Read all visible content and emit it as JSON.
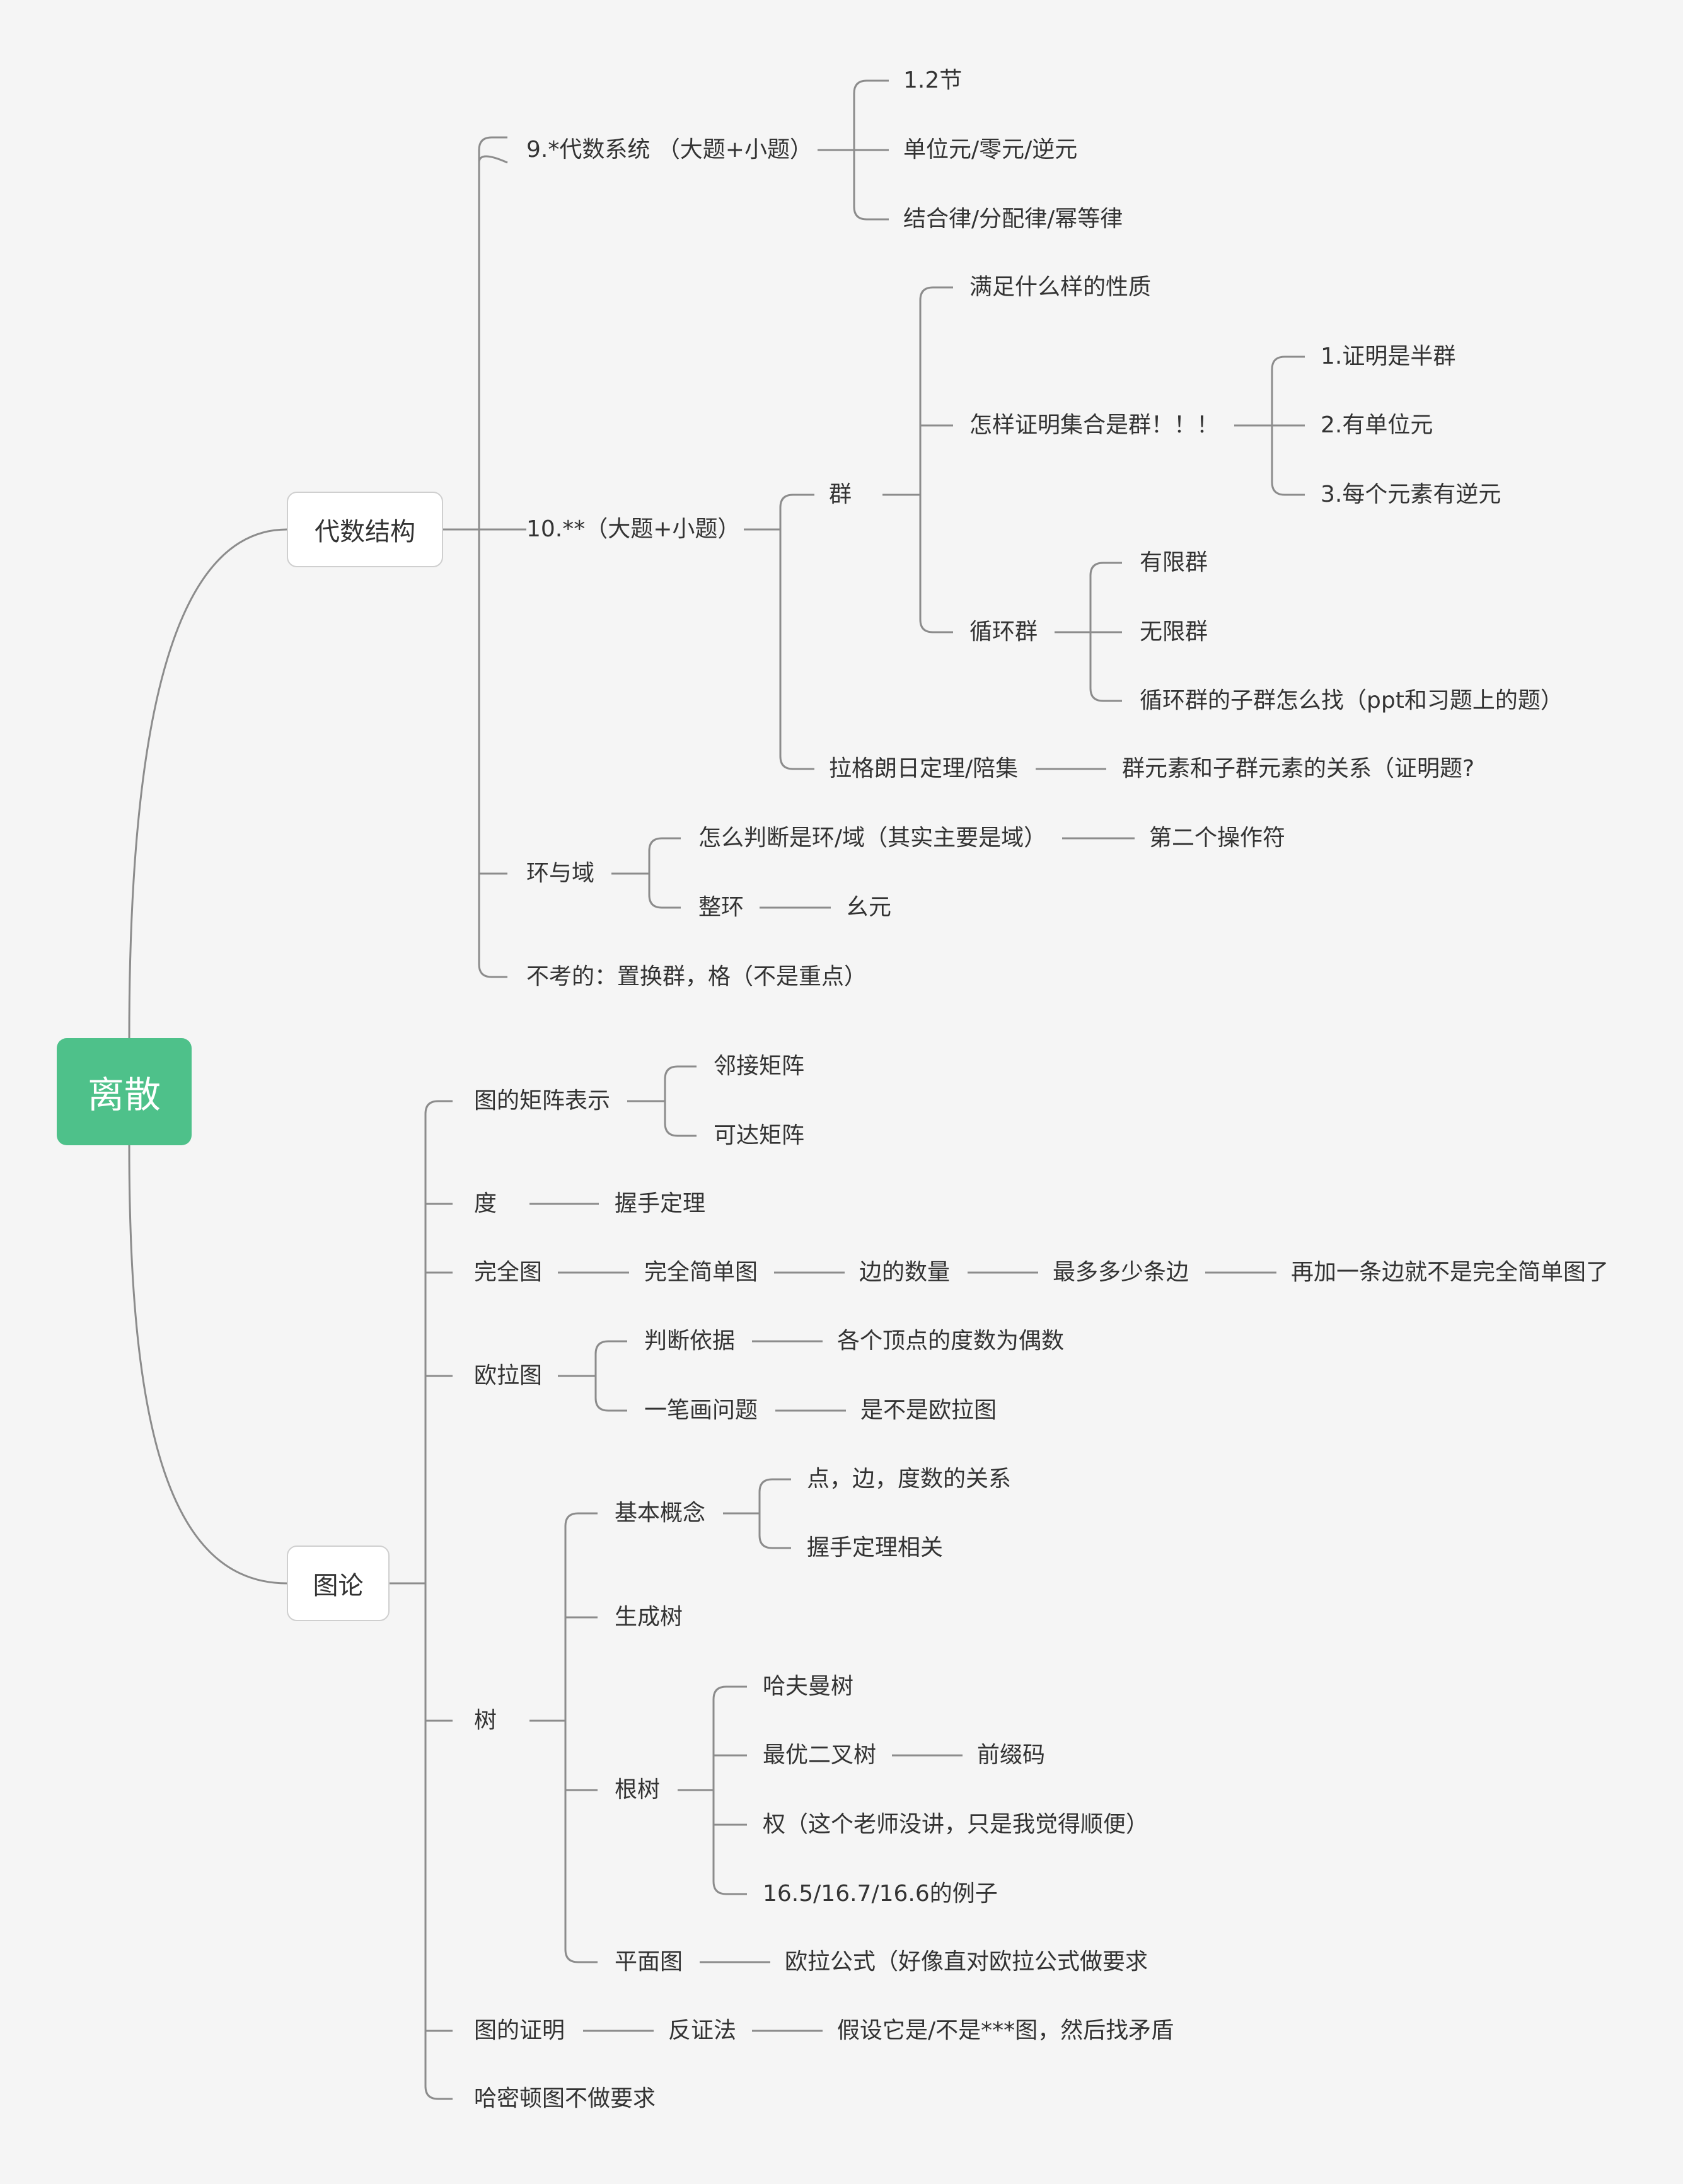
{
  "root": "离散",
  "algebra": {
    "title": "代数结构",
    "sys": {
      "label": "9.*代数系统 （大题+小题）",
      "items": [
        "1.2节",
        "单位元/零元/逆元",
        "结合律/分配律/幂等律"
      ]
    },
    "ten": {
      "label": "10.**（大题+小题）"
    },
    "group": {
      "label": "群",
      "prop": "满足什么样的性质",
      "prove": {
        "label": "怎样证明集合是群！！！",
        "items": [
          "1.证明是半群",
          "2.有单位元",
          "3.每个元素有逆元"
        ]
      },
      "cyclic": {
        "label": "循环群",
        "items": [
          "有限群",
          "无限群",
          "循环群的子群怎么找（ppt和习题上的题）"
        ]
      }
    },
    "lagrange": {
      "label": "拉格朗日定理/陪集",
      "child": "群元素和子群元素的关系（证明题?"
    },
    "ring": {
      "label": "环与域",
      "judge": "怎么判断是环/域（其实主要是域）",
      "judge_child": "第二个操作符",
      "integral": "整环",
      "integral_child": "幺元"
    },
    "skip": "不考的：置换群，格（不是重点）"
  },
  "graph": {
    "title": "图论",
    "matrix": {
      "label": "图的矩阵表示",
      "items": [
        "邻接矩阵",
        "可达矩阵"
      ]
    },
    "degree": {
      "label": "度",
      "child": "握手定理"
    },
    "complete": {
      "chain": [
        "完全图",
        "完全简单图",
        "边的数量",
        "最多多少条边",
        "再加一条边就不是完全简单图了"
      ]
    },
    "euler": {
      "label": "欧拉图",
      "basis": "判断依据",
      "basis_child": "各个顶点的度数为偶数",
      "stroke": "一笔画问题",
      "stroke_child": "是不是欧拉图"
    },
    "tree": {
      "label": "树",
      "basic": {
        "label": "基本概念",
        "items": [
          "点，边，度数的关系",
          "握手定理相关"
        ]
      },
      "spanning": "生成树",
      "rooted": {
        "label": "根树",
        "huffman": "哈夫曼树",
        "optimal": "最优二叉树",
        "prefix": "前缀码",
        "weight": "权（这个老师没讲，只是我觉得顺便）",
        "examples": "16.5/16.7/16.6的例子"
      },
      "planar": {
        "label": "平面图",
        "child": "欧拉公式（好像直对欧拉公式做要求"
      }
    },
    "proof": {
      "label": "图的证明",
      "method": "反证法",
      "child": "假设它是/不是***图，然后找矛盾"
    },
    "hamilton": "哈密顿图不做要求"
  }
}
